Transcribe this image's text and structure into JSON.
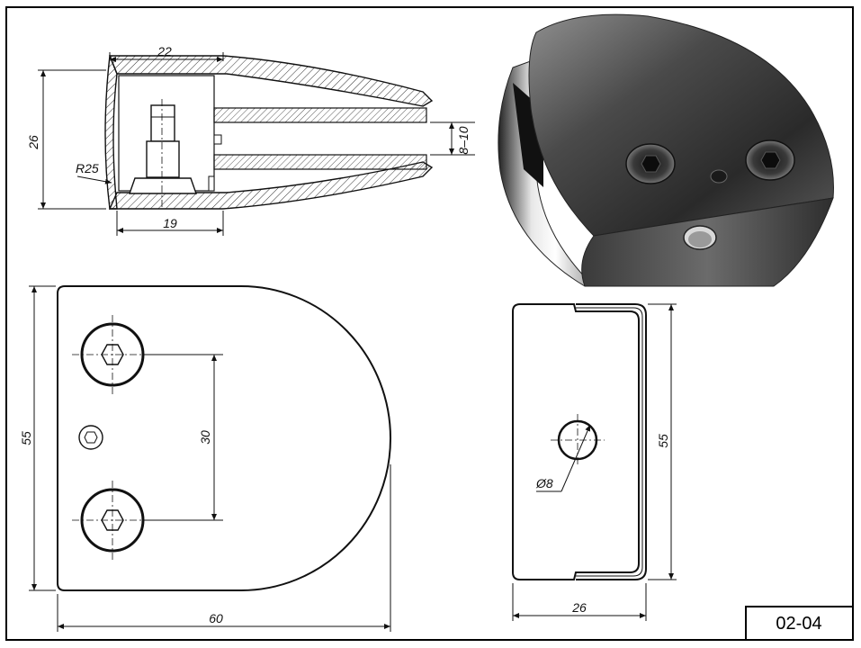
{
  "drawing": {
    "code": "02-04",
    "side_section": {
      "dim_width": "22",
      "dim_height": "26",
      "dim_radius": "R25",
      "dim_base": "19",
      "dim_glass": "8–10"
    },
    "front_view": {
      "dim_height": "55",
      "dim_hole_spacing": "30",
      "dim_width": "60"
    },
    "end_view": {
      "dim_height": "55",
      "dim_hole": "Ø8",
      "dim_width": "26"
    }
  }
}
